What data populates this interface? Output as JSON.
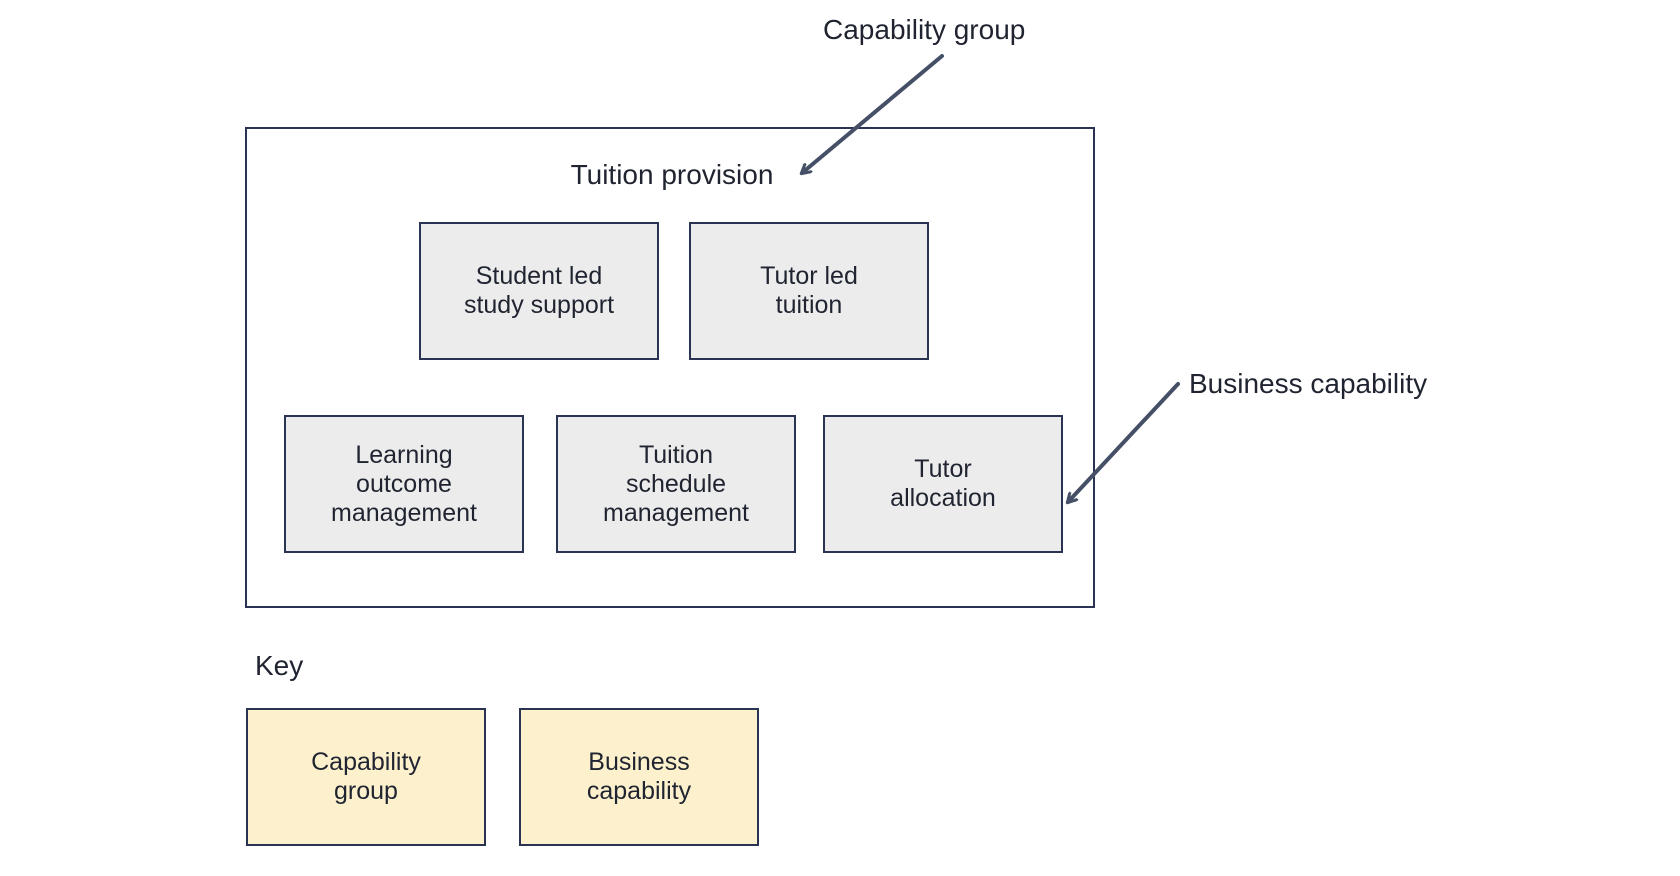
{
  "callouts": {
    "capability_group": "Capability group",
    "business_capability": "Business capability"
  },
  "group": {
    "title": "Tuition provision",
    "capabilities": [
      {
        "line1": "Student led",
        "line2": "study support",
        "line3": ""
      },
      {
        "line1": "Tutor led",
        "line2": "tuition",
        "line3": ""
      },
      {
        "line1": "Learning",
        "line2": "outcome",
        "line3": "management"
      },
      {
        "line1": "Tuition",
        "line2": "schedule",
        "line3": "management"
      },
      {
        "line1": "Tutor",
        "line2": "allocation",
        "line3": ""
      }
    ]
  },
  "key": {
    "label": "Key",
    "items": [
      {
        "line1": "Capability",
        "line2": "group"
      },
      {
        "line1": "Business",
        "line2": "capability"
      }
    ]
  },
  "colors": {
    "border": "#2a3352",
    "capability_fill": "#ececec",
    "key_fill": "#fdf1cd",
    "arrow": "#454f66"
  }
}
